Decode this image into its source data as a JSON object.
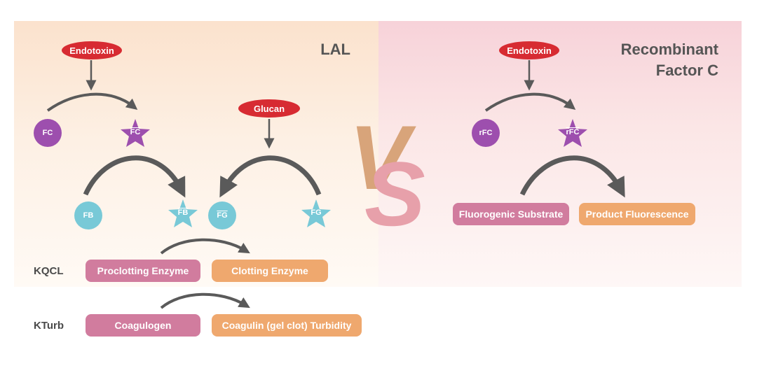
{
  "lal": {
    "title": "LAL",
    "endotoxin": "Endotoxin",
    "glucan": "Glucan",
    "fc": "FC",
    "fc_active": "FC",
    "fb": "FB",
    "fb_active": "FB",
    "fg_active": "FG",
    "fg": "FG",
    "kqcl_label": "KQCL",
    "kqcl_from": "Proclotting Enzyme",
    "kqcl_to": "Clotting Enzyme",
    "kturb_label": "KTurb",
    "kturb_from": "Coagulogen",
    "kturb_to": "Coagulin (gel clot) Turbidity"
  },
  "vs": {
    "v": "V",
    "s": "S"
  },
  "rfc": {
    "title_line1": "Recombinant",
    "title_line2": "Factor C",
    "endotoxin": "Endotoxin",
    "rfc": "rFC",
    "rfc_active": "rFC",
    "substrate": "Fluorogenic Substrate",
    "product": "Product Fluorescence"
  },
  "colors": {
    "endotoxin": "#d72b32",
    "factor_purple": "#9d4fae",
    "factor_teal": "#78c9d7",
    "pill_pink": "#d17c9e",
    "pill_orange": "#efa86e",
    "arrow": "#5a5a5a",
    "vs_v": "#d8a47a",
    "vs_s": "#e7a0aa"
  }
}
